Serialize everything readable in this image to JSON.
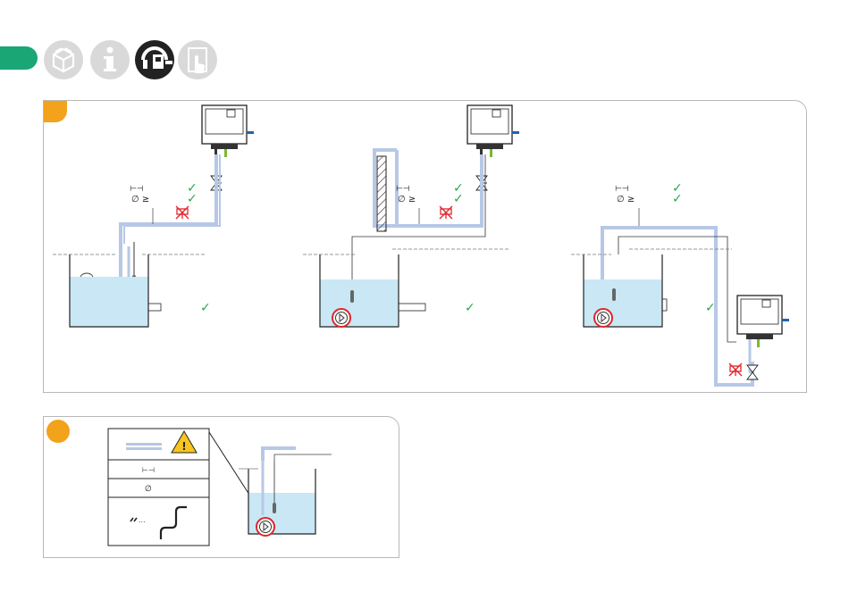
{
  "nav": {
    "icons": [
      "unpacking-box-icon",
      "info-icon",
      "installation-pump-icon",
      "operation-touch-icon"
    ],
    "active_index": 2,
    "colors": {
      "active_tab": "#1aa675",
      "inactive": "#d9d9d9",
      "active_icon": "#222222"
    }
  },
  "panel_a": {
    "check_mark": "✓",
    "size_symbol": "⊢⊣",
    "diameter_label": "∅ ≥",
    "colors": {
      "water": "#c9e7f4",
      "pipe": "#b7c8e6",
      "check": "#2aa84a",
      "cross": "#e0252c",
      "badge": "#f2a21b",
      "pump_accent": "#1f64b0",
      "pump_bottom": "#7ab833"
    }
  },
  "panel_b": {
    "table_rows": [
      "pipe-level-row",
      "length-row",
      "diameter-row",
      "bends-row"
    ],
    "length_symbol": "⊢⊣",
    "diameter_symbol": "∅",
    "ellipsis": "...",
    "warning_symbol": "!",
    "colors": {
      "warning": "#f8c51c"
    }
  }
}
